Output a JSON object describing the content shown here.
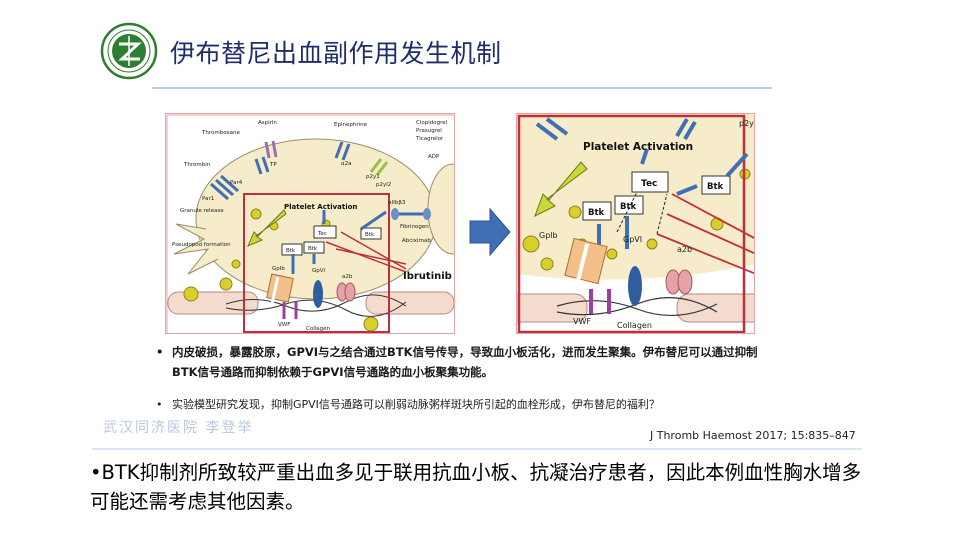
{
  "header": {
    "title": "伊布替尼出血副作用发生机制",
    "logo_icon": "hospital-logo-icon",
    "accent_color": "#1f2d6b"
  },
  "figure_left": {
    "labels": {
      "thromboxane": "Thromboxane",
      "aspirin": "Aspirin",
      "epinephrine": "Epinephrine",
      "clopidogrel": "Clopidogrel",
      "prasugrel": "Prasugrel",
      "ticagrelor": "Ticagrelor",
      "adp": "ADP",
      "tp": "TP",
      "alpha2a": "α2a",
      "p2y1": "p2y1",
      "p2y12": "p2yl2",
      "thrombin": "Thrombin",
      "par4": "Par4",
      "par1": "Par1",
      "platelet_activation": "Platelet Activation",
      "granule_release": "Granule release",
      "pseudopod_formation": "Pseudopod formation",
      "aiibb3": "αIIbβ3",
      "fibrinogen": "Fibrinogen",
      "abciximab": "Abciximab",
      "tec": "Tec",
      "btk1": "Btk",
      "btk2": "Btk",
      "btk3": "Btk",
      "gplb": "GpIb",
      "gpvi": "GpVI",
      "a2b": "a2b",
      "ibrutinib": "Ibrutinib",
      "vwf": "VWF",
      "collagen": "Collagen"
    }
  },
  "figure_right": {
    "labels": {
      "p2y": "p2y",
      "platelet_activation": "Platelet Activation",
      "tec": "Tec",
      "btk1": "Btk",
      "btk2": "Btk",
      "btk3": "Btk",
      "gplb": "Gplb",
      "gpvi": "GpVI",
      "a2b": "a2b",
      "vwf": "VWF",
      "collagen": "Collagen"
    }
  },
  "bullets": [
    {
      "dot": "•",
      "text": "内皮破损，暴露胶原，GPVI与之结合通过BTK信号传导，导致血小板活化，进而发生聚集。伊布替尼可以通过抑制BTK信号通路而抑制依赖于GPVI信号通路的血小板聚集功能。"
    },
    {
      "dot": "•",
      "text": "实验模型研究发现，抑制GPVI信号通路可以削弱动脉粥样斑块所引起的血栓形成，伊布替尼的福利？"
    }
  ],
  "watermark": "武汉同济医院 李登举",
  "citation": "J Thromb Haemost 2017; 15:835–847",
  "main_text": "•BTK抑制剂所致较严重出血多见于联用抗血小板、抗凝治疗患者，因此本例血性胸水增多可能还需考虑其他因素。",
  "colors": {
    "platelet_fill": "#f6ecc9",
    "highlight_box": "#c0303a",
    "receptor_blue": "#3f6fb5",
    "granule_yellow": "#d8cf2a",
    "arrow_blue": "#3f6fb5"
  }
}
